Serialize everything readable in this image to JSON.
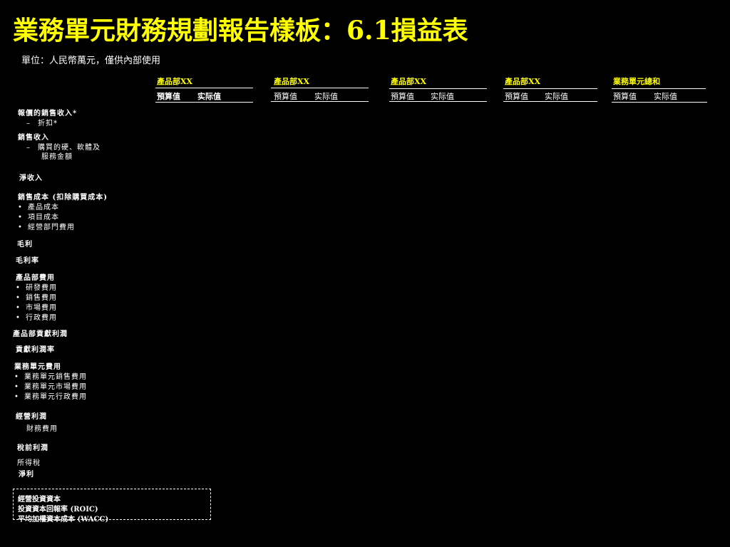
{
  "title": "業務單元財務規劃報告樣板：6.1損益表",
  "subtitle": "單位：人民幣萬元，僅供內部使用",
  "columns": [
    {
      "header": "產品部XX",
      "budget": "預算值",
      "actual": "实际值"
    },
    {
      "header": "產品部XX",
      "budget": "預算值",
      "actual": "实际值"
    },
    {
      "header": "產品部XX",
      "budget": "預算值",
      "actual": "实际值"
    },
    {
      "header": "產品部XX",
      "budget": "預算值",
      "actual": "实际值"
    },
    {
      "header": "業務單元總和",
      "budget": "預算值",
      "actual": "实际值"
    }
  ],
  "rows": {
    "quoted_sales": "報價的銷售收入*",
    "discount": "折扣*",
    "sales_revenue": "銷售收入",
    "purchased_hw": "購買的硬、軟體及",
    "purchased_hw_2": "服務金額",
    "net_revenue": "淨收入",
    "cogs": "銷售成本 (扣除購買成本)",
    "product_cost": "產品成本",
    "project_cost": "項目成本",
    "ops_dept_cost": "經營部門費用",
    "gross_profit": "毛利",
    "gross_margin": "毛利率",
    "dept_expense": "產品部費用",
    "rd_expense": "研發費用",
    "selling_expense": "銷售費用",
    "marketing_expense": "市場費用",
    "admin_expense": "行政費用",
    "dept_contribution": "產品部貢獻利潤",
    "contribution_margin": "貢獻利潤率",
    "bu_expense": "業務單元費用",
    "bu_selling": "業務單元銷售費用",
    "bu_marketing": "業務單元市場費用",
    "bu_admin": "業務單元行政費用",
    "operating_profit": "經營利潤",
    "finance_cost": "財務費用",
    "pretax_profit": "稅前利潤",
    "income_tax": "所得稅",
    "net_profit": "淨利"
  },
  "box": {
    "line1": "經營投資資本",
    "line2": "投資資本回報率 (ROIC)",
    "line3": "平均加權資本成本 (WACC)"
  },
  "colors": {
    "background": "#000000",
    "accent": "#ffff00",
    "text": "#ffffff"
  }
}
